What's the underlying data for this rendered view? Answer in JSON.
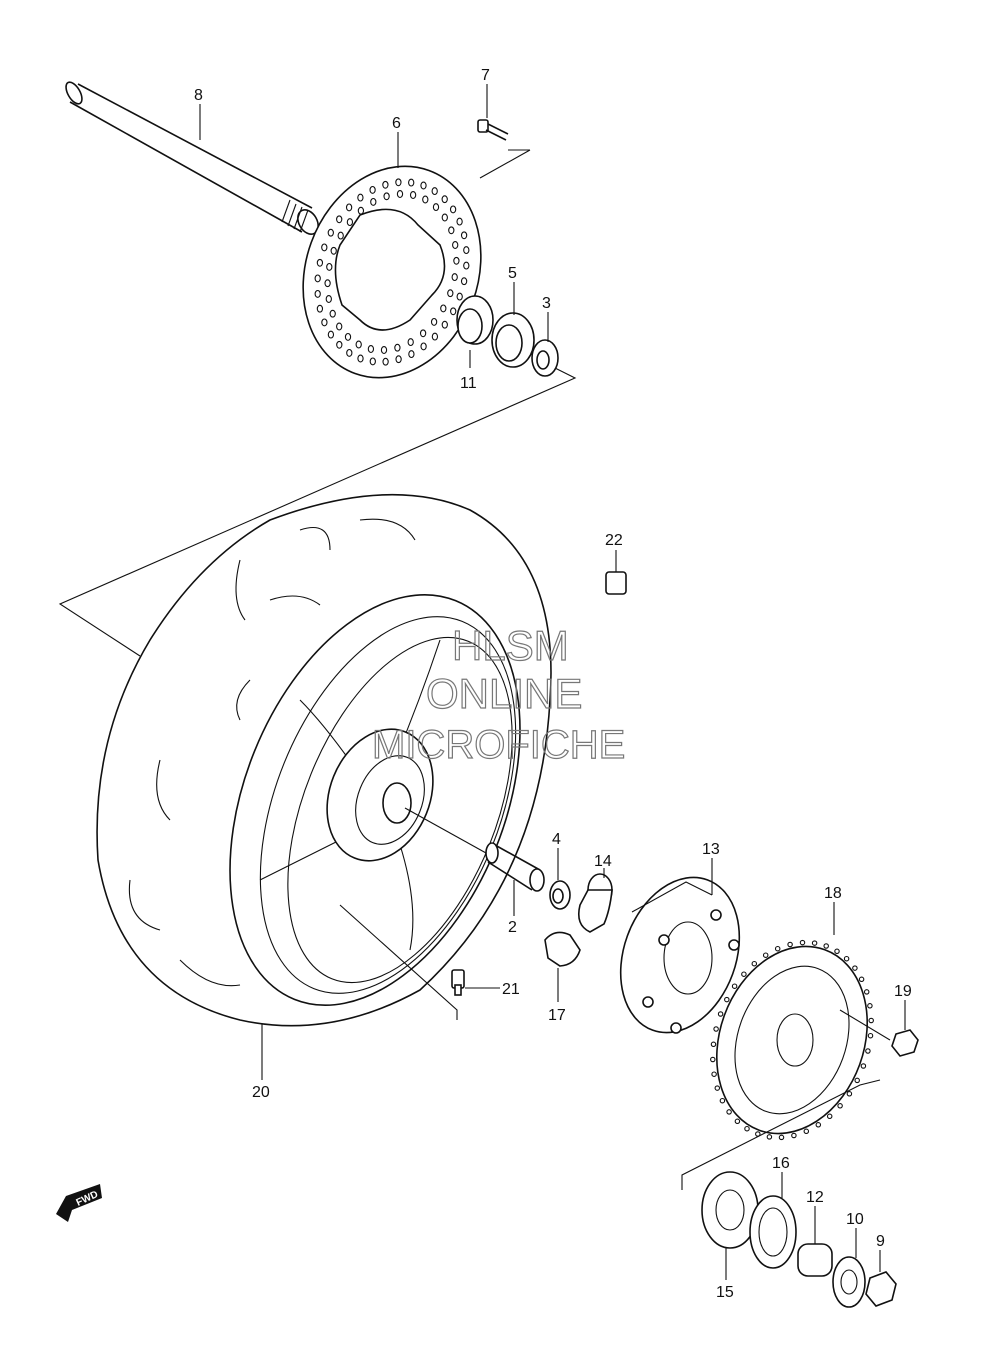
{
  "watermark": {
    "line1": "HLSM",
    "line2": "ONLINE",
    "line3": "MICROFICHE"
  },
  "fwd_label": "FWD",
  "callouts": {
    "p2": "2",
    "p3": "3",
    "p4": "4",
    "p5": "5",
    "p6": "6",
    "p7": "7",
    "p8": "8",
    "p9": "9",
    "p10": "10",
    "p11": "11",
    "p12": "12",
    "p13": "13",
    "p14": "14",
    "p15": "15",
    "p16": "16",
    "p17": "17",
    "p18": "18",
    "p19": "19",
    "p20": "20",
    "p21": "21",
    "p22": "22"
  }
}
